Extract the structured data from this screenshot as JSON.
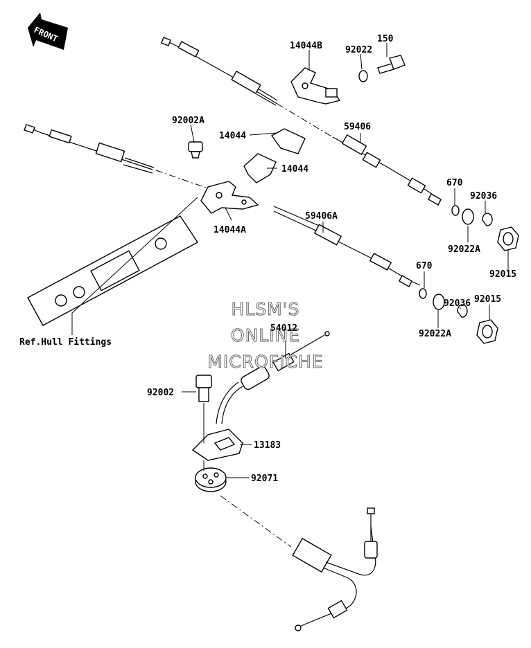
{
  "front_label": "FRONT",
  "watermark": [
    "HLSM'S",
    "ONLINE",
    "MICROFICHE"
  ],
  "parts": {
    "p14044B": "14044B",
    "p92022": "92022",
    "p150": "150",
    "p92002A": "92002A",
    "p14044_top": "14044",
    "p14044_mid": "14044",
    "p59406": "59406",
    "p670_top": "670",
    "p92036_top": "92036",
    "p92022A_top": "92022A",
    "p92015_top": "92015",
    "p14044A": "14044A",
    "p59406A": "59406A",
    "p670_bot": "670",
    "p92036_bot": "92036",
    "p92015_bot": "92015",
    "p92022A_bot": "92022A",
    "p54012": "54012",
    "p92002": "92002",
    "p13183": "13183",
    "p92071": "92071",
    "ref_hull": "Ref.Hull Fittings"
  }
}
